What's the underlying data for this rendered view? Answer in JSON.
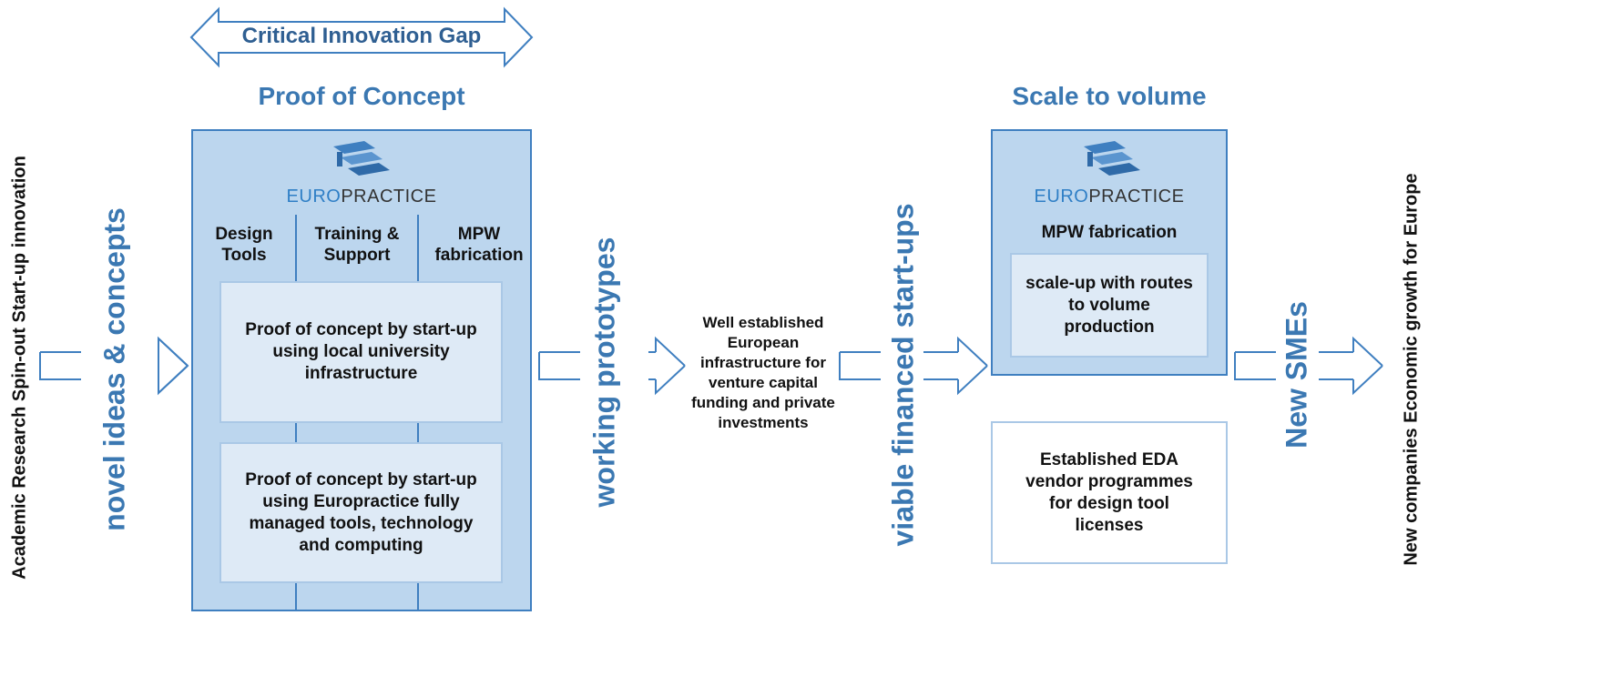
{
  "gap_label": "Critical Innovation Gap",
  "left_vertical": {
    "line1": "Academic  Research  Spin-out Start-up innovation",
    "flow1": "novel ideas & concepts"
  },
  "proof_of_concept": {
    "title": "Proof of Concept",
    "logo": {
      "euro": "EURO",
      "practice": "PRACTICE"
    },
    "columns": [
      "Design\nTools",
      "Training &\nSupport",
      "MPW\nfabrication"
    ],
    "box1": "Proof of concept by start-up using local university infrastructure",
    "box2": "Proof of concept by start-up using Europractice fully managed tools, technology and computing"
  },
  "flow2": "working prototypes",
  "middle_text": "Well established European infrastructure for venture capital funding and private investments",
  "flow3": "viable financed start-ups",
  "scale": {
    "title": "Scale to volume",
    "logo": {
      "euro": "EURO",
      "practice": "PRACTICE"
    },
    "subtitle": "MPW fabrication",
    "inner": "scale-up with routes to volume production"
  },
  "eda_box": "Established EDA vendor programmes for design tool licenses",
  "flow4": "New SMEs",
  "right_vertical": "New companies Economic growth for Europe",
  "colors": {
    "accent_blue": "#3b78b2",
    "outer_fill": "#bcd6ee",
    "inner_fill": "#deeaf6",
    "border": "#3f7fc0"
  },
  "icons": [
    "double-arrow-icon",
    "europractice-logo-icon",
    "flow-arrow-icon"
  ]
}
